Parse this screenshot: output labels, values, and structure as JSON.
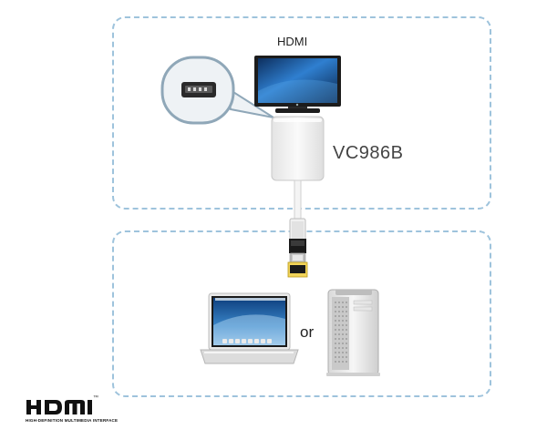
{
  "diagram": {
    "tv_label": "HDMI",
    "model_label": "VC986B",
    "or_label": "or",
    "logo": {
      "wordmark": "HDMI",
      "tagline": "HIGH-DEFINITION MULTIMEDIA INTERFACE",
      "trademark": "™"
    },
    "colors": {
      "zone_border": "#9ec3dc",
      "callout_ring": "#8fa7b8",
      "adapter_body": "#f2f2f2",
      "screen_blue": "#1d5fa8"
    }
  }
}
